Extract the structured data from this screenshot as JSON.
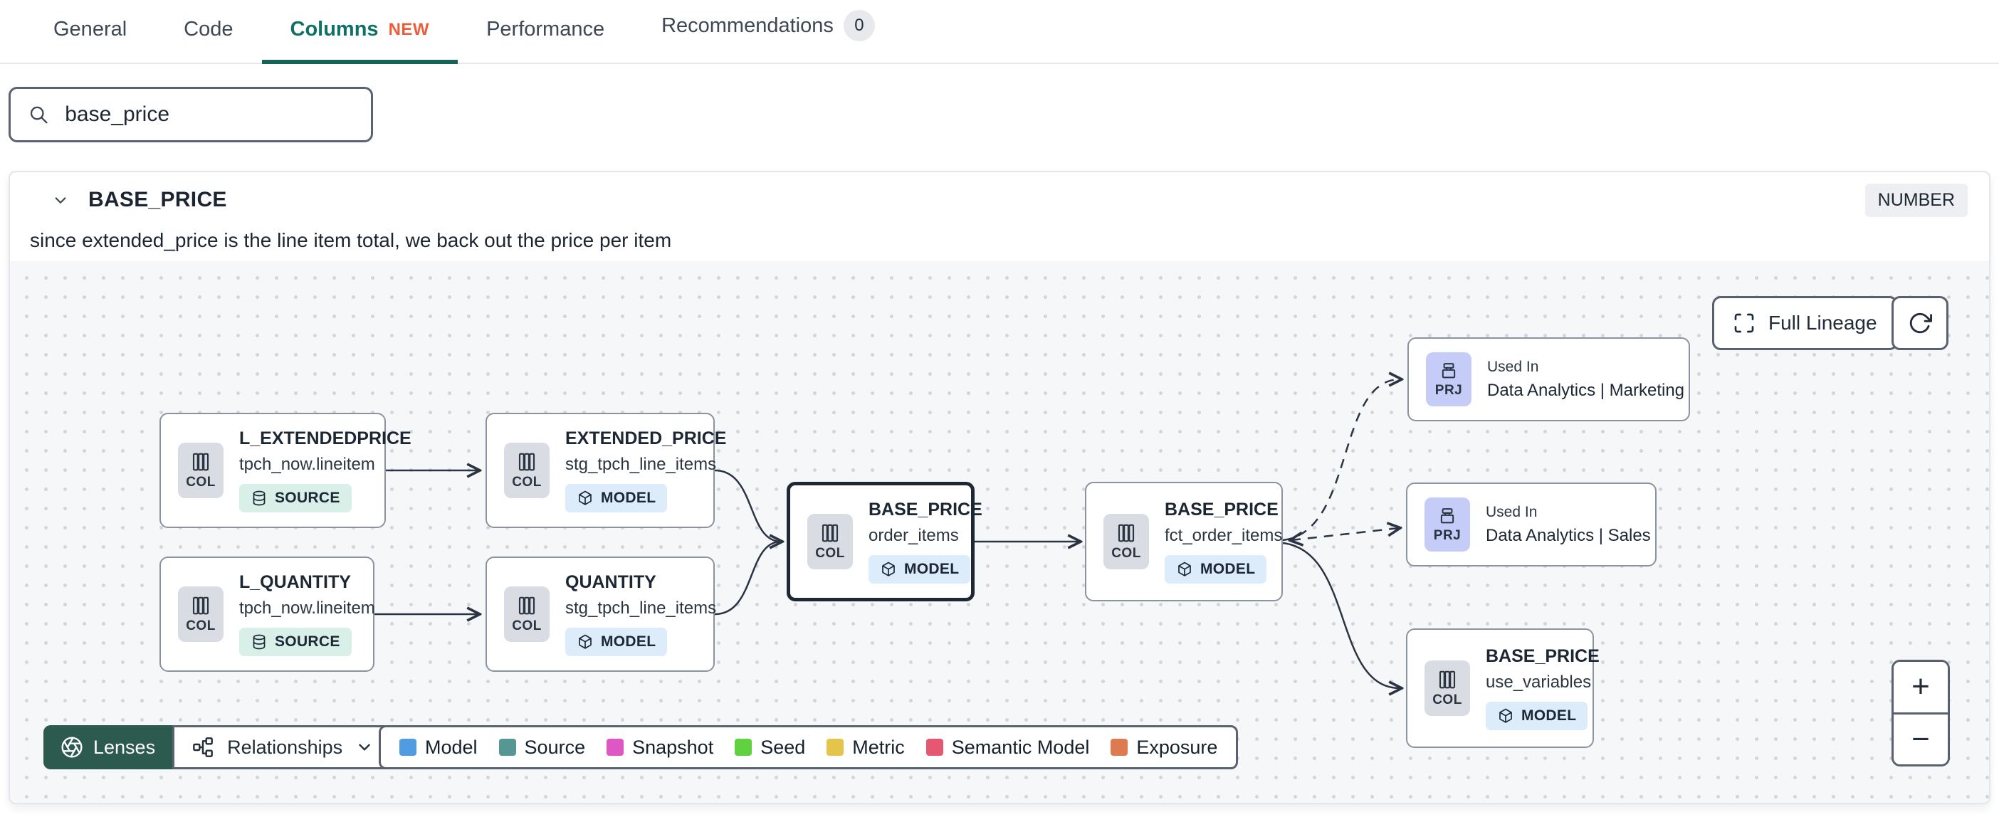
{
  "tabs": {
    "items": [
      {
        "label": "General"
      },
      {
        "label": "Code"
      },
      {
        "label": "Columns",
        "badge": "NEW"
      },
      {
        "label": "Performance"
      },
      {
        "label": "Recommendations",
        "count": "0"
      }
    ]
  },
  "search": {
    "value": "base_price"
  },
  "column_panel": {
    "name": "BASE_PRICE",
    "data_type": "NUMBER",
    "description": "since extended_price is the line item total, we back out the price per item"
  },
  "lineage": {
    "controls": {
      "full_lineage": "Full Lineage",
      "zoom_in": "+",
      "zoom_out": "−"
    },
    "toolbar": {
      "lenses": "Lenses",
      "relationships": "Relationships"
    },
    "legend": {
      "items": [
        {
          "label": "Model",
          "color": "#4f9ce1"
        },
        {
          "label": "Source",
          "color": "#579793"
        },
        {
          "label": "Snapshot",
          "color": "#df56c5"
        },
        {
          "label": "Seed",
          "color": "#61d23f"
        },
        {
          "label": "Metric",
          "color": "#e4c44a"
        },
        {
          "label": "Semantic Model",
          "color": "#e65871"
        },
        {
          "label": "Exposure",
          "color": "#de7a50"
        }
      ]
    },
    "nodes": [
      {
        "kind": "COL",
        "title": "L_EXTENDEDPRICE",
        "subtitle": "tpch_now.lineitem",
        "type": "SOURCE"
      },
      {
        "kind": "COL",
        "title": "EXTENDED_PRICE",
        "subtitle": "stg_tpch_line_items",
        "type": "MODEL"
      },
      {
        "kind": "COL",
        "title": "L_QUANTITY",
        "subtitle": "tpch_now.lineitem",
        "type": "SOURCE"
      },
      {
        "kind": "COL",
        "title": "QUANTITY",
        "subtitle": "stg_tpch_line_items",
        "type": "MODEL"
      },
      {
        "kind": "COL",
        "title": "BASE_PRICE",
        "subtitle": "order_items",
        "type": "MODEL"
      },
      {
        "kind": "COL",
        "title": "BASE_PRICE",
        "subtitle": "fct_order_items",
        "type": "MODEL"
      },
      {
        "kind": "PRJ",
        "pretitle": "Used In",
        "title": "Data Analytics | Marketing"
      },
      {
        "kind": "PRJ",
        "pretitle": "Used In",
        "title": "Data Analytics | Sales"
      },
      {
        "kind": "COL",
        "title": "BASE_PRICE",
        "subtitle": "use_variables",
        "type": "MODEL"
      }
    ]
  }
}
